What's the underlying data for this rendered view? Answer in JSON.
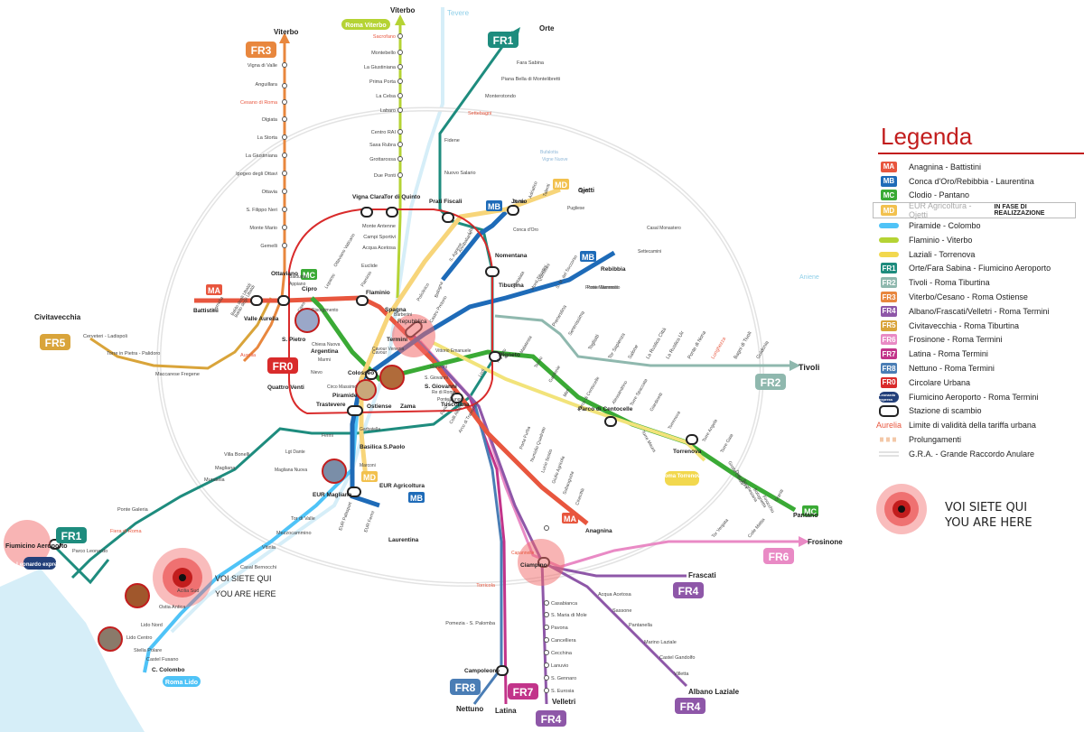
{
  "legend": {
    "title": "Legenda",
    "items": [
      {
        "icon": "MA",
        "label": "Anagnina - Battistini",
        "color": "#e8563e",
        "type": "badge"
      },
      {
        "icon": "MB",
        "label": "Conca d'Oro/Rebibbia - Laurentina",
        "color": "#1e6bb8",
        "type": "badge"
      },
      {
        "icon": "MC",
        "label": "Clodio - Pantano",
        "color": "#3aaa35",
        "type": "badge"
      },
      {
        "icon": "MD",
        "label": "EUR Agricoltura - Ojetti",
        "color": "#f2c14e",
        "type": "badge",
        "note": "IN FASE DI REALIZZAZIONE"
      },
      {
        "icon": "Roma Lido",
        "label": "Piramide - Colombo",
        "color": "#4fc3f7",
        "type": "bar"
      },
      {
        "icon": "Roma Viterbo",
        "label": "Flaminio - Viterbo",
        "color": "#b5d334",
        "type": "bar"
      },
      {
        "icon": "Roma Torrenova",
        "label": "Laziali - Torrenova",
        "color": "#f2d84e",
        "type": "bar"
      },
      {
        "icon": "FR1",
        "label": "Orte/Fara Sabina - Fiumicino Aeroporto",
        "color": "#1e8c7e",
        "type": "badge"
      },
      {
        "icon": "FR2",
        "label": "Tivoli - Roma Tiburtina",
        "color": "#8fb8ae",
        "type": "badge"
      },
      {
        "icon": "FR3",
        "label": "Viterbo/Cesano - Roma Ostiense",
        "color": "#e8873e",
        "type": "badge"
      },
      {
        "icon": "FR4",
        "label": "Albano/Frascati/Velletri - Roma Termini",
        "color": "#8e57a8",
        "type": "badge"
      },
      {
        "icon": "FR5",
        "label": "Civitavecchia - Roma Tiburtina",
        "color": "#d9a43a",
        "type": "badge"
      },
      {
        "icon": "FR6",
        "label": "Frosinone - Roma Termini",
        "color": "#e98ac5",
        "type": "badge"
      },
      {
        "icon": "FR7",
        "label": "Latina - Roma Termini",
        "color": "#c2348a",
        "type": "badge"
      },
      {
        "icon": "FR8",
        "label": "Nettuno - Roma Termini",
        "color": "#4a7db5",
        "type": "badge"
      },
      {
        "icon": "FR0",
        "label": "Circolare Urbana",
        "color": "#d92b2b",
        "type": "badge"
      },
      {
        "icon": "Leonardo express",
        "label": "Fiumicino Aeroporto - Roma Termini",
        "color": "#23407a",
        "type": "badge"
      },
      {
        "icon": "capsule",
        "label": "Stazione di scambio",
        "color": "#222222",
        "type": "capsule"
      },
      {
        "icon": "Aurelia",
        "label": "Limite di validità della tariffa urbana",
        "color": "#e8563e",
        "type": "text"
      },
      {
        "icon": "dashes",
        "label": "Prolungamenti",
        "color": "#f3c8a8",
        "type": "dashes"
      },
      {
        "icon": "gra",
        "label": "G.R.A. - Grande Raccordo Anulare",
        "color": "#d8d8d8",
        "type": "gra"
      }
    ]
  },
  "you_are_here": {
    "line1": "VOI SIETE QUI",
    "line2": "YOU ARE HERE"
  },
  "map": {
    "tags": {
      "fr1_top": "FR1",
      "fr3": "FR3",
      "fr5": "FR5",
      "fr0": "FR0",
      "fr2": "FR2",
      "fr1_bottom": "FR1",
      "fr6": "FR6",
      "fr4_frascati": "FR4",
      "fr8": "FR8",
      "fr7": "FR7",
      "fr4_velletri": "FR4",
      "fr4_albano": "FR4",
      "roma_viterbo": "Roma Viterbo",
      "roma_lido": "Roma Lido",
      "roma_torrenova": "Roma Torrenova",
      "leonardo": "Leonardo express",
      "ma_west": "MA",
      "ma_south": "MA",
      "mb_east": "MB",
      "mb_mid": "MB",
      "mb_south": "MB",
      "mc_west": "MC",
      "mc_east": "MC",
      "md_north": "MD",
      "md_south": "MD"
    },
    "places": {
      "viterbo_fr3": "Viterbo",
      "viterbo_rv": "Viterbo",
      "orte": "Orte",
      "tevere": "Tevere",
      "tivoli": "Tivoli",
      "frosinone": "Frosinone",
      "frascati": "Frascati",
      "albano": "Albano Laziale",
      "velletri": "Velletri",
      "latina": "Latina",
      "nettuno": "Nettuno",
      "civitavecchia": "Civitavecchia",
      "fiumicino": "Fiumicino Aeroporto",
      "aniene": "Aniene",
      "ojetti": "Ojetti",
      "pantano": "Pantano"
    },
    "major": {
      "termini": "Termini",
      "tiburtina": "Tiburtina",
      "ostiense": "Ostiense",
      "trastevere": "Trastevere",
      "spagna": "Spagna",
      "flaminio": "Flaminio",
      "colosseo": "Colosseo",
      "piramide": "Piramide",
      "s_pietro": "S. Pietro",
      "ciampino": "Ciampino",
      "eur_magliana": "EUR Magliana",
      "campoleone": "Campoleone",
      "rebibbia": "Rebibbia",
      "battistini": "Battistini",
      "anagnina": "Anagnina",
      "laurentina": "Laurentina",
      "c_colombo": "C. Colombo",
      "ottaviano": "Ottaviano",
      "valle_aurelia": "Valle Aurelia",
      "cipro": "Cipro",
      "pigneto": "Pigneto",
      "jonio": "Jonio",
      "prati_fiscali": "Prati Fiscali",
      "nomentana": "Nomentana",
      "quattro_venti": "Quattro Venti",
      "basilica": "Basilica S.Paolo",
      "zama": "Zama",
      "argentina": "Argentina",
      "s_giovanni": "S. Giovanni",
      "tuscolana": "Tuscolana",
      "eur_agricoltura": "EUR Agricoltura",
      "vigna_clara": "Vigna Clara",
      "tor_di_quinto": "Tor di Quinto",
      "torrenova": "Torrenova",
      "parco_centocelle": "Parco di Centocelle",
      "repubblica": "Repubblica"
    },
    "fr3_stations": [
      "Vigna di Valle",
      "Anguillara",
      "Cesano di Roma",
      "Olgiata",
      "La Storta",
      "La Giustiniana",
      "Ipogeo degli Ottavi",
      "Ottavia",
      "S. Filippo Neri",
      "Monte Mario",
      "Gemelli"
    ],
    "rv_stations": [
      "Sacrofano",
      "Montebello",
      "La Giustiniana",
      "Prima Porta",
      "La Celsa",
      "Labaro",
      "Centro RAI",
      "Saxa Rubra",
      "Grottarossa",
      "Due Ponti",
      "Monte Antenne",
      "Campi Sportivi",
      "Acqua Acetosa",
      "Euclide"
    ],
    "fr1n_stations": [
      "Fara Sabina",
      "Piana Bella di Montelibretti",
      "Monterotondo",
      "Settebagni",
      "Fidene",
      "Nuovo Salario"
    ],
    "fr2_stations": [
      "Bagni di Tivoli",
      "Guidonia",
      "Lunghezza",
      "Ponte di Nona",
      "La Rustica Uir",
      "La Rustica Città",
      "Salone",
      "Tor Sapienza",
      "Serenissima",
      "Prenestina",
      "Togliatti"
    ],
    "fr5_stations": [
      "Cerveteri - Ladispoli",
      "Torre in Pietra - Palidoro",
      "Maccarese Fregene",
      "Aurelia"
    ],
    "fr1s_stations": [
      "Ponte Galeria",
      "Fiera di Roma",
      "Parco Leonardo",
      "Muratella",
      "Magliana",
      "Villa Bonelli"
    ],
    "fr4_stations": [
      "Acqua Acetosa",
      "Sassone",
      "Pantanella",
      "Marino Laziale",
      "Castel Gandolfo",
      "Villetta"
    ],
    "fr7_stations": [
      "Casabianca",
      "S. Maria di Mole",
      "Pavona",
      "Cancelliera",
      "Cecchina",
      "Lanuvio",
      "S. Gennaro",
      "S. Eurosia"
    ],
    "fr8_stations": [
      "Torricola",
      "Pomezia - S. Palomba"
    ],
    "lido_stations": [
      "Tor di Valle",
      "Mezzocammino",
      "Vitinia",
      "Casal Bernocchi",
      "Acilia Sud",
      "Ostia Antica",
      "Lido Nord",
      "Lido Centro",
      "Stella Polare",
      "Castel Fusano"
    ],
    "ma_stations": [
      "Cornelia",
      "Baldo degli Ubaldi",
      "Cipro",
      "Lepanto",
      "Flaminio",
      "Barberini",
      "Vittorio Emanuele",
      "Manzoni",
      "S. Giovanni",
      "Re di Roma",
      "Ponte Lungo",
      "Furio Camillo",
      "Colli Albani",
      "Arco di Travertino",
      "Porta Furba",
      "Numidio Quadrato",
      "Lucio Sestio",
      "Giulio Agricola",
      "Subaugusta",
      "Cinecittà"
    ],
    "mb_stations": [
      "Bologna",
      "Policlinico",
      "Castro Pretorio",
      "Cavour",
      "Circo Massimo",
      "Garbatella",
      "Marconi",
      "EUR Palasport",
      "EUR Fermi",
      "Annibaliano",
      "Conca d'Oro",
      "Libia",
      "S. Agnese",
      "Monti Tiburtini",
      "Pietralata",
      "S. M. del Soccorso",
      "Ponte Mammolo",
      "Quintiliani"
    ],
    "mc_stations": [
      "Lodi",
      "Pigneto",
      "Malatesta",
      "Teano",
      "Gardenie",
      "Mirti",
      "Parco di Centocelle",
      "Alessandrino",
      "Torre Spaccata",
      "Torre Maura",
      "Giardinetti",
      "Torrenova",
      "Torre Angela",
      "Torre Gaia",
      "Grotte Celoni",
      "Due Leoni",
      "Borghesiana",
      "Bolognetta",
      "Finocchio",
      "Graniti"
    ],
    "fr6_stations": [
      "Colle Mattia",
      "Tor Vergata",
      "Capannelle"
    ],
    "misc_labels": [
      "Baldo degli Ubaldi",
      "Appiano",
      "Risorgimento",
      "Chiesa Nuova",
      "Marmi",
      "Nievo",
      "Lgt Dante",
      "Magliana Nuova",
      "Fermi",
      "Baiduina",
      "Cavour Venezia",
      "Bufalotta",
      "Settecamini",
      "Ponte Mammolo",
      "Casal Monastero"
    ],
    "md_stations": [
      "Jonio",
      "Ojetti",
      "Pugliese",
      "Adriatico",
      "Talenti",
      "Vigne Nuove",
      "Ottaviano Vaticano"
    ]
  }
}
